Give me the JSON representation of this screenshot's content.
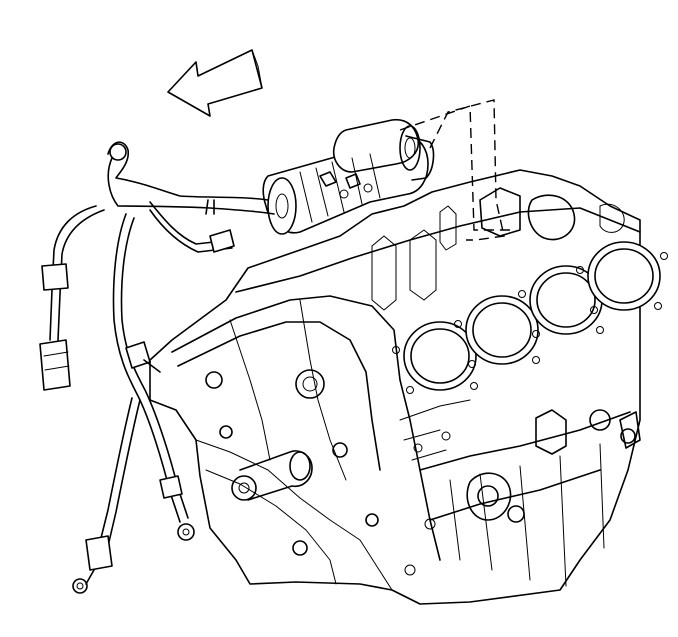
{
  "diagram": {
    "kind": "technical-line-illustration",
    "colors": {
      "line": "#000000",
      "background": "#ffffff",
      "arrow_fill": "#ffffff"
    },
    "components": [
      "direction-arrow",
      "starter-motor",
      "starter-wiring-harness",
      "engine-block",
      "cylinder-bores",
      "ring-terminal",
      "electrical-connector",
      "harness-clips"
    ],
    "cylinder_bore_count": 4
  }
}
